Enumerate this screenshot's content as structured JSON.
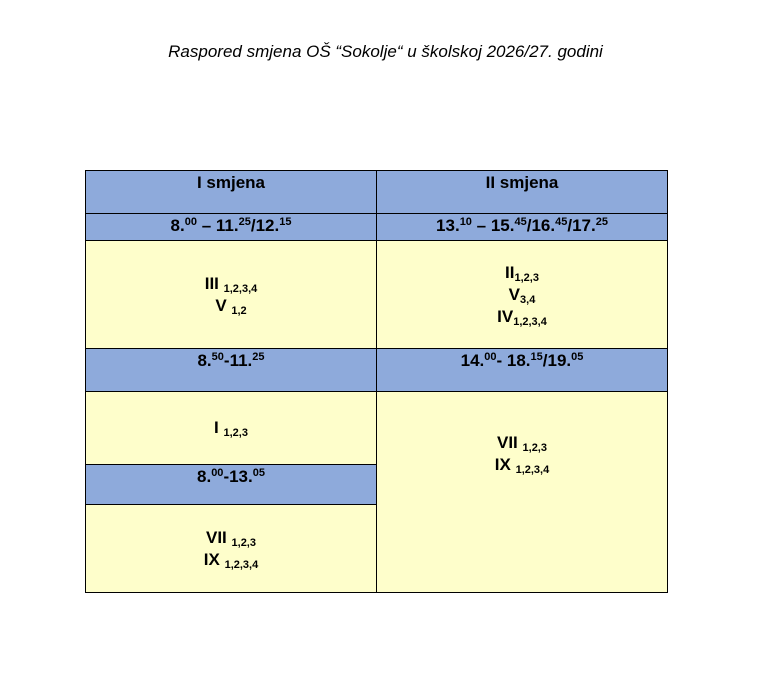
{
  "title": "Raspored smjena OŠ “Sokolje“ u školskoj 2026/27. godini",
  "shift1": {
    "header": "I smjena",
    "time_a": [
      [
        "8.",
        "00"
      ],
      [
        " – 11.",
        "25"
      ],
      [
        "/12.",
        "15"
      ]
    ],
    "group_a": [
      [
        "III ",
        "1,2,3,4"
      ],
      [
        "V ",
        "1,2"
      ]
    ],
    "time_b": [
      [
        "8.",
        "50"
      ],
      [
        "-11.",
        "25"
      ]
    ],
    "group_b": [
      [
        "I ",
        "1,2,3"
      ]
    ],
    "time_c": [
      [
        "8.",
        "00"
      ],
      [
        "-13.",
        "05"
      ]
    ],
    "group_c": [
      [
        "VII ",
        "1,2,3"
      ],
      [
        "IX ",
        "1,2,3,4"
      ]
    ]
  },
  "shift2": {
    "header": "II smjena",
    "time_a": [
      [
        "13.",
        "10"
      ],
      [
        " – 15.",
        "45"
      ],
      [
        "/16.",
        "45"
      ],
      [
        "/17.",
        "25"
      ]
    ],
    "group_a": [
      [
        "II",
        "1,2,3"
      ],
      [
        "V",
        "3,4"
      ],
      [
        "IV",
        "1,2,3,4"
      ]
    ],
    "time_b": [
      [
        "14.",
        "00"
      ],
      [
        "- 18.",
        "15"
      ],
      [
        "/19.",
        "05"
      ]
    ],
    "group_b": [
      [
        "VII ",
        "1,2,3"
      ],
      [
        "IX ",
        "1,2,3,4"
      ]
    ]
  }
}
